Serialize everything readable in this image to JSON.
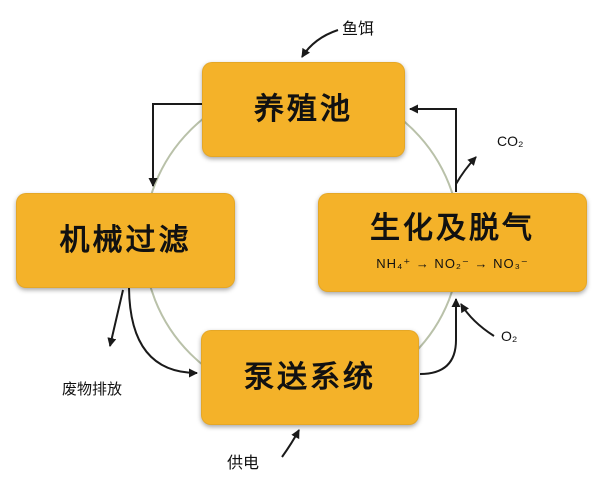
{
  "diagram": {
    "nodes": {
      "pond": {
        "label": "养殖池"
      },
      "filter": {
        "label": "机械过滤"
      },
      "bio": {
        "label": "生化及脱气",
        "formula": "NH₄⁺ → NO₂⁻ → NO₃⁻"
      },
      "pump": {
        "label": "泵送系统"
      }
    },
    "labels": {
      "feed": "鱼饵",
      "co2": "CO₂",
      "o2": "O₂",
      "waste": "废物排放",
      "power": "供电"
    },
    "colors": {
      "node_fill": "#F4B229",
      "circle_stroke": "#B9C1A9",
      "arrow": "#1A1A1A"
    }
  }
}
